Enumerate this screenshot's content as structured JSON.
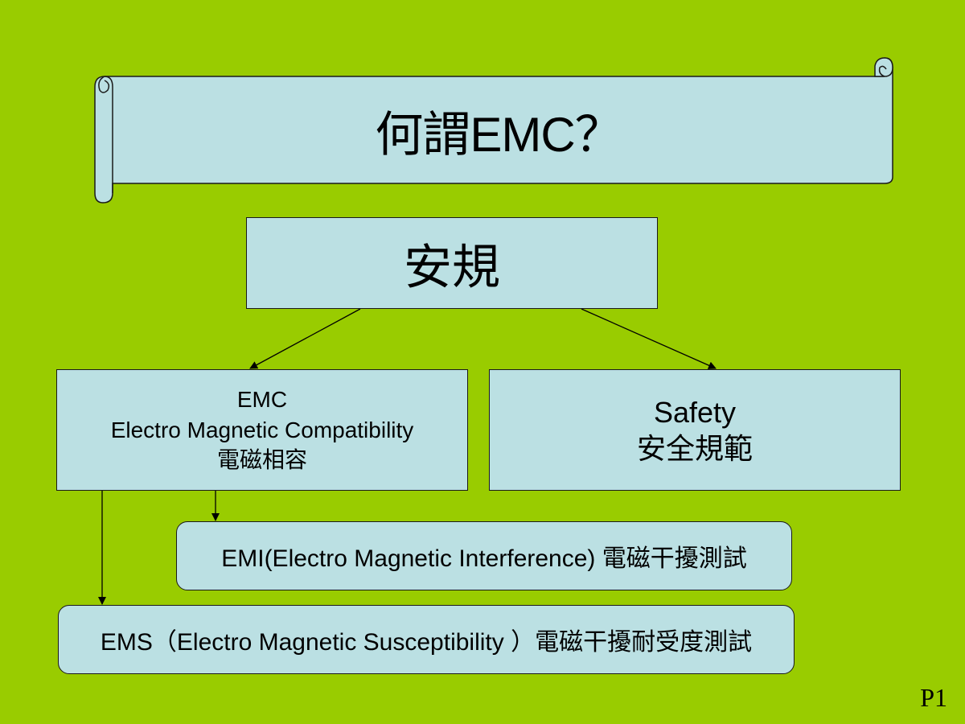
{
  "title": "何謂EMC？",
  "nodes": {
    "safety_rules": {
      "label": "安規"
    },
    "emc": {
      "abbr": "EMC",
      "full": "Electro Magnetic Compatibility",
      "zh": "電磁相容"
    },
    "safety": {
      "en": "Safety",
      "zh": "安全規範"
    },
    "emi": {
      "label": "EMI(Electro Magnetic Interference) 電磁干擾測試"
    },
    "ems": {
      "label": "EMS（Electro Magnetic Susceptibility ）電磁干擾耐受度測試"
    }
  },
  "edges": [
    {
      "from": "安規",
      "to": "EMC"
    },
    {
      "from": "安規",
      "to": "Safety"
    },
    {
      "from": "EMC",
      "to": "EMI"
    },
    {
      "from": "EMC",
      "to": "EMS"
    }
  ],
  "page": "P1",
  "colors": {
    "background": "#99CC00",
    "box_fill": "#BBE0E3",
    "border": "#1A1A1A"
  }
}
